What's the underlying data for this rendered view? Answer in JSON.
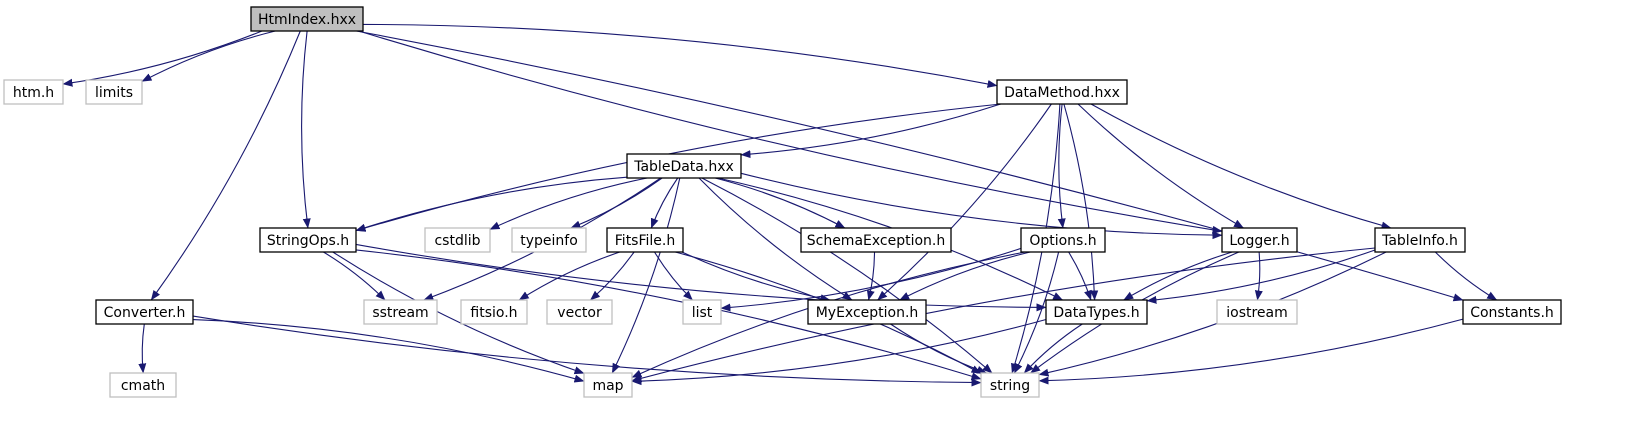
{
  "diagram": {
    "type": "include-dependency-graph",
    "colors": {
      "edge": "#191970",
      "node_border": "#000000",
      "external_border": "#bfbfbf",
      "root_fill": "#bfbfbf",
      "node_fill": "#ffffff",
      "text": "#000000"
    },
    "nodes": [
      {
        "id": "htmindex",
        "label": "HtmIndex.hxx",
        "kind": "root"
      },
      {
        "id": "htm",
        "label": "htm.h",
        "kind": "external"
      },
      {
        "id": "limits",
        "label": "limits",
        "kind": "external"
      },
      {
        "id": "converter",
        "label": "Converter.h",
        "kind": "local"
      },
      {
        "id": "cmath",
        "label": "cmath",
        "kind": "external"
      },
      {
        "id": "map",
        "label": "map",
        "kind": "external"
      },
      {
        "id": "string",
        "label": "string",
        "kind": "external"
      },
      {
        "id": "stringops",
        "label": "StringOps.h",
        "kind": "local"
      },
      {
        "id": "sstream",
        "label": "sstream",
        "kind": "external"
      },
      {
        "id": "datatypes",
        "label": "DataTypes.h",
        "kind": "local"
      },
      {
        "id": "datamethod",
        "label": "DataMethod.hxx",
        "kind": "local"
      },
      {
        "id": "tabledata",
        "label": "TableData.hxx",
        "kind": "local"
      },
      {
        "id": "cstdlib",
        "label": "cstdlib",
        "kind": "external"
      },
      {
        "id": "typeinfo",
        "label": "typeinfo",
        "kind": "external"
      },
      {
        "id": "fitsfile",
        "label": "FitsFile.h",
        "kind": "local"
      },
      {
        "id": "fitsio",
        "label": "fitsio.h",
        "kind": "external"
      },
      {
        "id": "vector",
        "label": "vector",
        "kind": "external"
      },
      {
        "id": "list",
        "label": "list",
        "kind": "external"
      },
      {
        "id": "myexception",
        "label": "MyException.h",
        "kind": "local"
      },
      {
        "id": "schemaexception",
        "label": "SchemaException.h",
        "kind": "local"
      },
      {
        "id": "logger",
        "label": "Logger.h",
        "kind": "local"
      },
      {
        "id": "iostream",
        "label": "iostream",
        "kind": "external"
      },
      {
        "id": "options",
        "label": "Options.h",
        "kind": "local"
      },
      {
        "id": "tableinfo",
        "label": "TableInfo.h",
        "kind": "local"
      },
      {
        "id": "constants",
        "label": "Constants.h",
        "kind": "local"
      }
    ],
    "edges": [
      [
        "htmindex",
        "htm"
      ],
      [
        "htmindex",
        "limits"
      ],
      [
        "htmindex",
        "converter"
      ],
      [
        "htmindex",
        "stringops"
      ],
      [
        "htmindex",
        "datamethod"
      ],
      [
        "htmindex",
        "logger"
      ],
      [
        "htmindex",
        "constants"
      ],
      [
        "converter",
        "cmath"
      ],
      [
        "converter",
        "map"
      ],
      [
        "converter",
        "string"
      ],
      [
        "stringops",
        "sstream"
      ],
      [
        "stringops",
        "map"
      ],
      [
        "stringops",
        "string"
      ],
      [
        "stringops",
        "datatypes"
      ],
      [
        "datamethod",
        "tabledata"
      ],
      [
        "datamethod",
        "stringops"
      ],
      [
        "datamethod",
        "myexception"
      ],
      [
        "datamethod",
        "options"
      ],
      [
        "datamethod",
        "datatypes"
      ],
      [
        "datamethod",
        "logger"
      ],
      [
        "datamethod",
        "string"
      ],
      [
        "datamethod",
        "tableinfo"
      ],
      [
        "tabledata",
        "map"
      ],
      [
        "tabledata",
        "stringops"
      ],
      [
        "tabledata",
        "sstream"
      ],
      [
        "tabledata",
        "cstdlib"
      ],
      [
        "tabledata",
        "typeinfo"
      ],
      [
        "tabledata",
        "fitsfile"
      ],
      [
        "tabledata",
        "string"
      ],
      [
        "tabledata",
        "myexception"
      ],
      [
        "tabledata",
        "schemaexception"
      ],
      [
        "tabledata",
        "logger"
      ],
      [
        "tabledata",
        "datatypes"
      ],
      [
        "fitsfile",
        "fitsio"
      ],
      [
        "fitsfile",
        "vector"
      ],
      [
        "fitsfile",
        "list"
      ],
      [
        "fitsfile",
        "string"
      ],
      [
        "fitsfile",
        "myexception"
      ],
      [
        "schemaexception",
        "myexception"
      ],
      [
        "myexception",
        "string"
      ],
      [
        "options",
        "list"
      ],
      [
        "options",
        "myexception"
      ],
      [
        "options",
        "datatypes"
      ],
      [
        "options",
        "map"
      ],
      [
        "options",
        "string"
      ],
      [
        "logger",
        "datatypes"
      ],
      [
        "logger",
        "iostream"
      ],
      [
        "logger",
        "string"
      ],
      [
        "datatypes",
        "map"
      ],
      [
        "datatypes",
        "string"
      ],
      [
        "tableinfo",
        "datatypes"
      ],
      [
        "tableinfo",
        "map"
      ],
      [
        "tableinfo",
        "string"
      ],
      [
        "tableinfo",
        "constants"
      ],
      [
        "constants",
        "string"
      ]
    ]
  }
}
